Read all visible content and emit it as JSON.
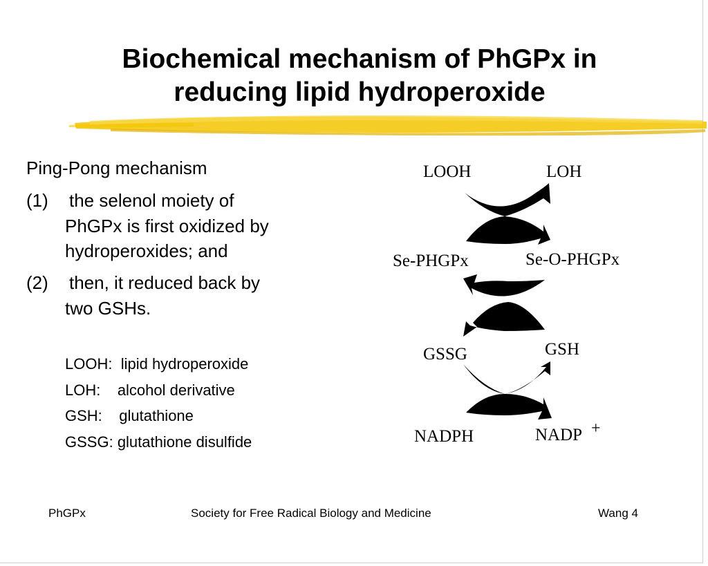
{
  "slide": {
    "title_line1": "Biochemical mechanism of PhGPx in",
    "title_line2": "reducing lipid hydroperoxide",
    "highlight_color": "#f2c400"
  },
  "body": {
    "heading": "Ping-Pong mechanism",
    "item1_marker": "(1)",
    "item1_line1": "the selenol moiety of",
    "item1_line2": "PhGPx is first oxidized  by",
    "item1_line3": "hydroperoxides; and",
    "item2_marker": "(2)",
    "item2_line1": "then, it reduced back by",
    "item2_line2": "two GSHs."
  },
  "glossary": [
    {
      "term": "LOOH:",
      "gap": "  ",
      "definition": "lipid hydroperoxide"
    },
    {
      "term": "LOH:",
      "gap": "    ",
      "definition": "alcohol derivative"
    },
    {
      "term": "GSH:",
      "gap": "    ",
      "definition": "glutathione"
    },
    {
      "term": "GSSG:",
      "gap": " ",
      "definition": "glutathione disulfide"
    }
  ],
  "diagram": {
    "looh": "LOOH",
    "loh": "LOH",
    "se_phgpx": "Se-PHGPx",
    "se_o_phgpx": "Se-O-PHGPx",
    "gssg": "GSSG",
    "gsh": "GSH",
    "nadph": "NADPH",
    "nadp": "NADP",
    "nadp_superscript": "+"
  },
  "footer": {
    "left": "PhGPx",
    "center": "Society for Free Radical Biology and Medicine",
    "right": "Wang 4"
  }
}
